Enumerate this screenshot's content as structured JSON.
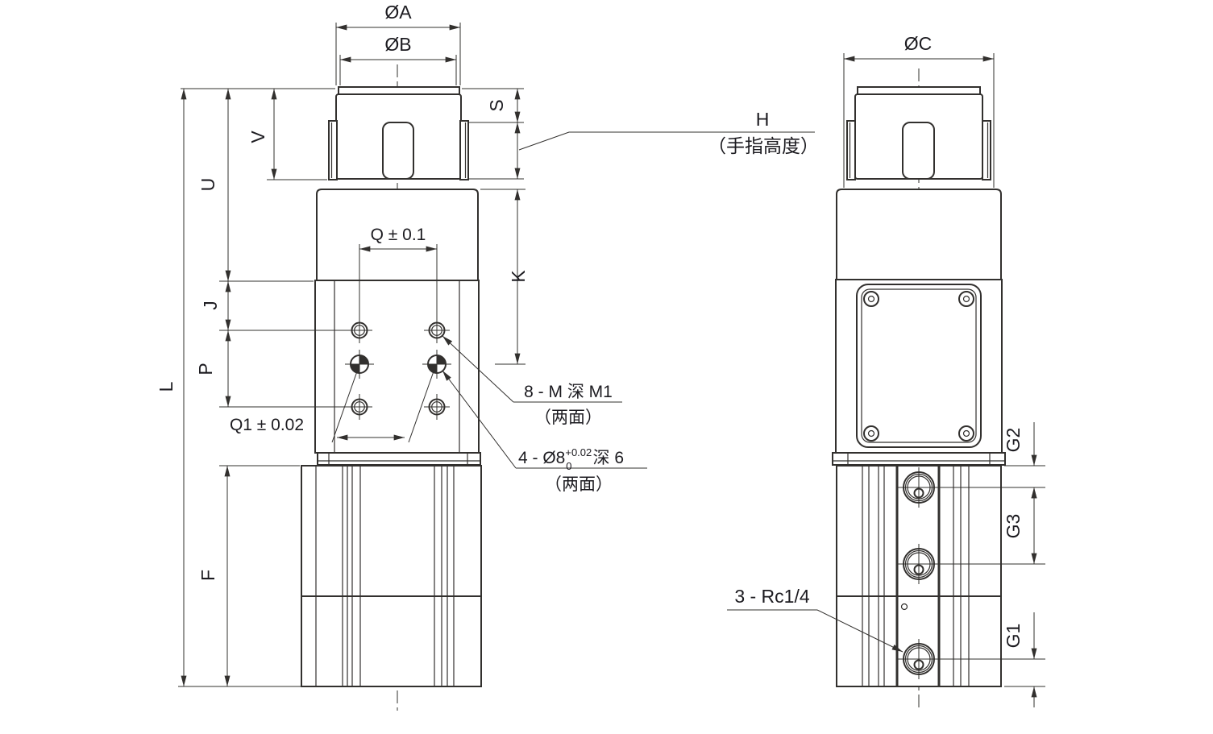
{
  "front": {
    "oa": "ØA",
    "ob": "ØB",
    "s": "S",
    "h": "H",
    "h_note": "（手指高度）",
    "v": "V",
    "u": "U",
    "j": "J",
    "p": "P",
    "l": "L",
    "k": "K",
    "f": "F",
    "q": "Q ± 0.1",
    "q1": "Q1 ± 0.02",
    "thread_callout_line1": "8 - M 深 M1",
    "thread_callout_line2": "（两面）",
    "dowel_prefix": "4 - Ø8",
    "dowel_tol_sup": "+0.02",
    "dowel_tol_sub": "0",
    "dowel_suffix": "深 6",
    "dowel_line2": "（两面）"
  },
  "side": {
    "oc": "ØC",
    "g1": "G1",
    "g2": "G2",
    "g3": "G3",
    "port_callout": "3 - Rc1/4"
  },
  "colors": {
    "line": "#32302e",
    "text": "#1c1b20"
  }
}
